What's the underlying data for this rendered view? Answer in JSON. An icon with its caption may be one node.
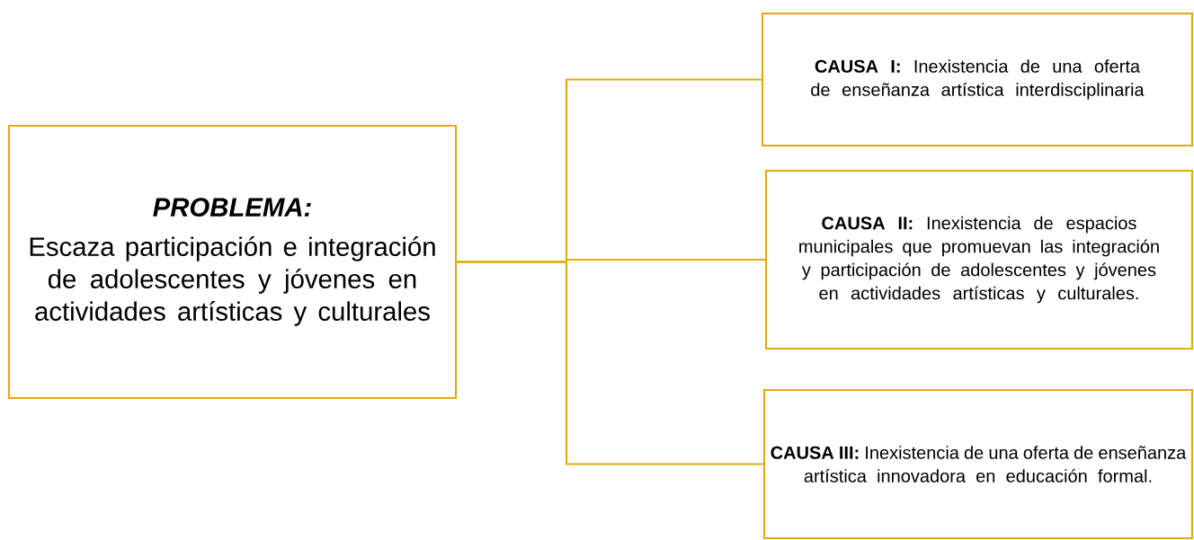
{
  "diagram": {
    "nodes": [
      {
        "text": [
          "PROBLEMA:",
          "Escaza participación e integración de adolescentes y jóvenes en actividades artísticas y culturales"
        ]
      },
      {
        "text": [
          "**CAUSA I:** Inexistencia de una oferta de enseñanza artística interdisciplinaria"
        ]
      },
      {
        "text": [
          "**CAUSA II:** Inexistencia de espacios municipales que promuevan las integración y participación de adolescentes y jóvenes en actividades artísticas y culturales."
        ]
      },
      {
        "text": [
          "**CAUSA III:** Inexistencia de una oferta de enseñanza artística innovadora en educación formal."
        ]
      }
    ],
    "edges": [
      {
        "from": 0,
        "to": 1,
        "arrow": "none"
      },
      {
        "from": 0,
        "to": 2,
        "arrow": "none"
      },
      {
        "from": 0,
        "to": 3,
        "arrow": "none"
      }
    ]
  }
}
